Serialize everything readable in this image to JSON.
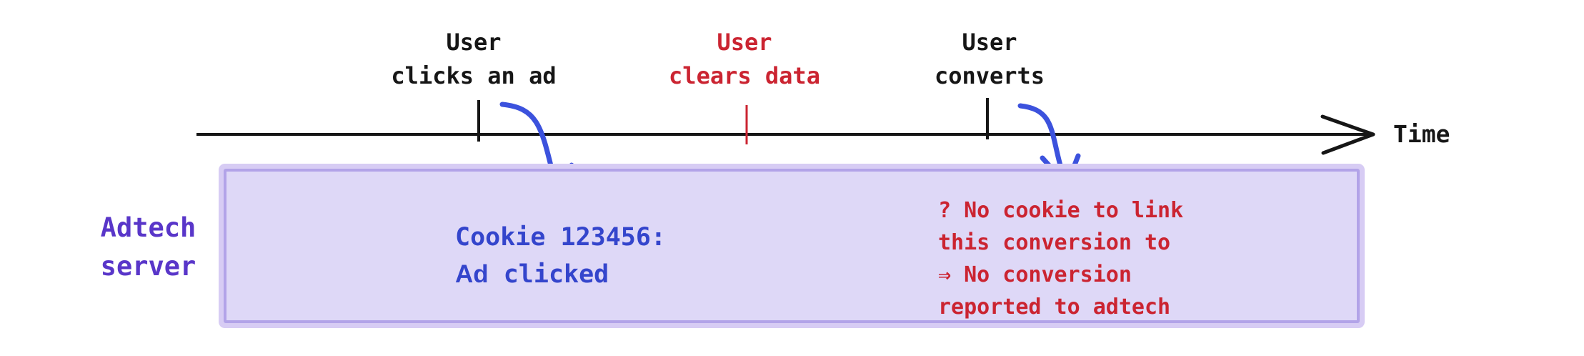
{
  "colors": {
    "black": "#161616",
    "red": "#cb2431",
    "purple": "#5936c9",
    "blue_text": "#3445cc",
    "arrow_blue": "#3c52dd",
    "box_fill": "#ded8f7",
    "box_border": "#b2a3e8",
    "box_glow": "#d7ccf4"
  },
  "timeline": {
    "axis_label": "Time",
    "events": [
      {
        "line1": "User",
        "line2": "clicks an ad"
      },
      {
        "line1": "User",
        "line2": "clears data"
      },
      {
        "line1": "User",
        "line2": "converts"
      }
    ]
  },
  "adtech_box": {
    "side_label_line1": "Adtech",
    "side_label_line2": "server",
    "cookie_note_line1": "Cookie 123456:",
    "cookie_note_line2_prefix": "Ad",
    "cookie_note_line2_emphasis": "clicked",
    "warning_lines": [
      "? No cookie to link",
      "this conversion to",
      "⇒ No conversion",
      "reported to adtech"
    ]
  }
}
